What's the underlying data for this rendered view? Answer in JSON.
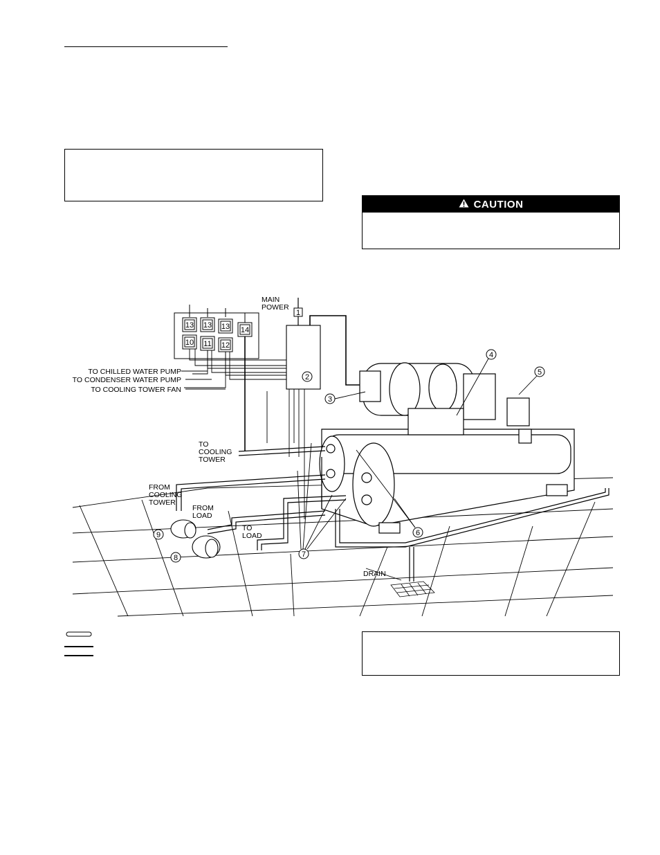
{
  "caution": {
    "title": "CAUTION",
    "icon": "warning-triangle-icon"
  },
  "diagram": {
    "main_power": "MAIN POWER",
    "starter_boxes": [
      "13",
      "13",
      "13",
      "14",
      "10",
      "11",
      "12"
    ],
    "to_chilled_water_pump": "TO CHILLED WATER PUMP",
    "to_condenser_water_pump": "TO CONDENSER WATER PUMP",
    "to_cooling_tower_fan": "TO COOLING TOWER FAN",
    "to_cooling_tower": "TO COOLING TOWER",
    "from_cooling_tower": "FROM COOLING TOWER",
    "from_load": "FROM LOAD",
    "to_load": "TO LOAD",
    "drain": "DRAIN",
    "callouts": [
      "1",
      "2",
      "3",
      "4",
      "5",
      "6",
      "7",
      "8",
      "9"
    ]
  }
}
